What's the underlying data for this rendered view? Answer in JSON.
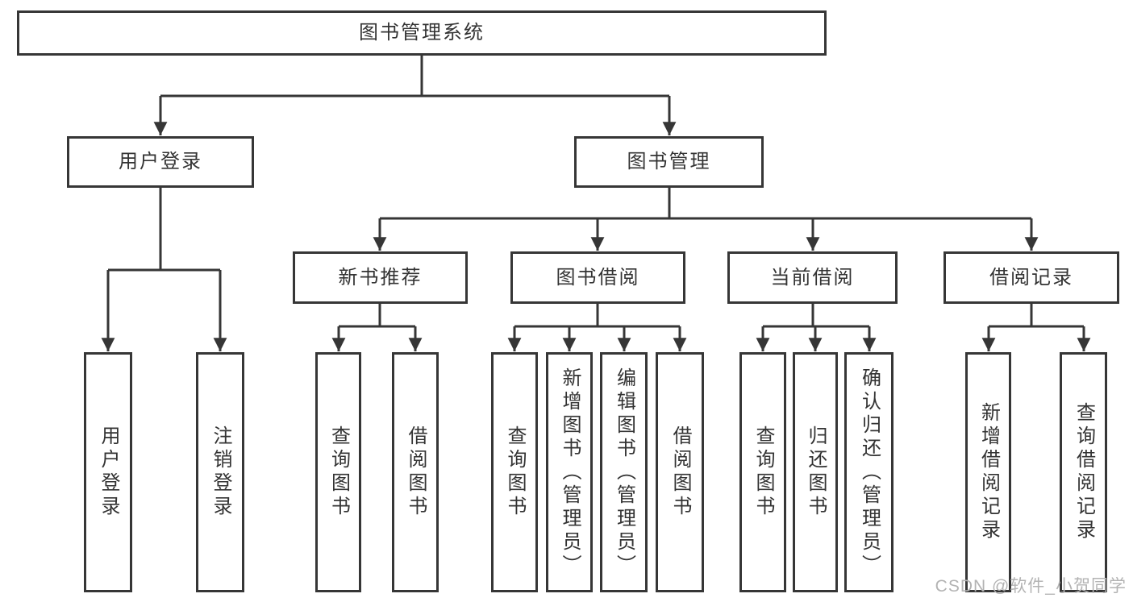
{
  "diagram": {
    "root": {
      "label": "图书管理系统"
    },
    "level1": [
      {
        "label": "用户登录"
      },
      {
        "label": "图书管理"
      }
    ],
    "level2": [
      {
        "label": "新书推荐"
      },
      {
        "label": "图书借阅"
      },
      {
        "label": "当前借阅"
      },
      {
        "label": "借阅记录"
      }
    ],
    "leaves": [
      {
        "label": "用户登录"
      },
      {
        "label": "注销登录"
      },
      {
        "label": "查询图书"
      },
      {
        "label": "借阅图书"
      },
      {
        "label": "查询图书"
      },
      {
        "label": "新增图书（管理员）"
      },
      {
        "label": "编辑图书（管理员）"
      },
      {
        "label": "借阅图书"
      },
      {
        "label": "查询图书"
      },
      {
        "label": "归还图书"
      },
      {
        "label": "确认归还（管理员）"
      },
      {
        "label": "新增借阅记录"
      },
      {
        "label": "查询借阅记录"
      }
    ]
  },
  "watermark": {
    "text": "CSDN @软件_小贺同学"
  },
  "colors": {
    "line": "#363636",
    "text": "#333333",
    "watermark": "#b3b3b3",
    "background": "#ffffff"
  }
}
